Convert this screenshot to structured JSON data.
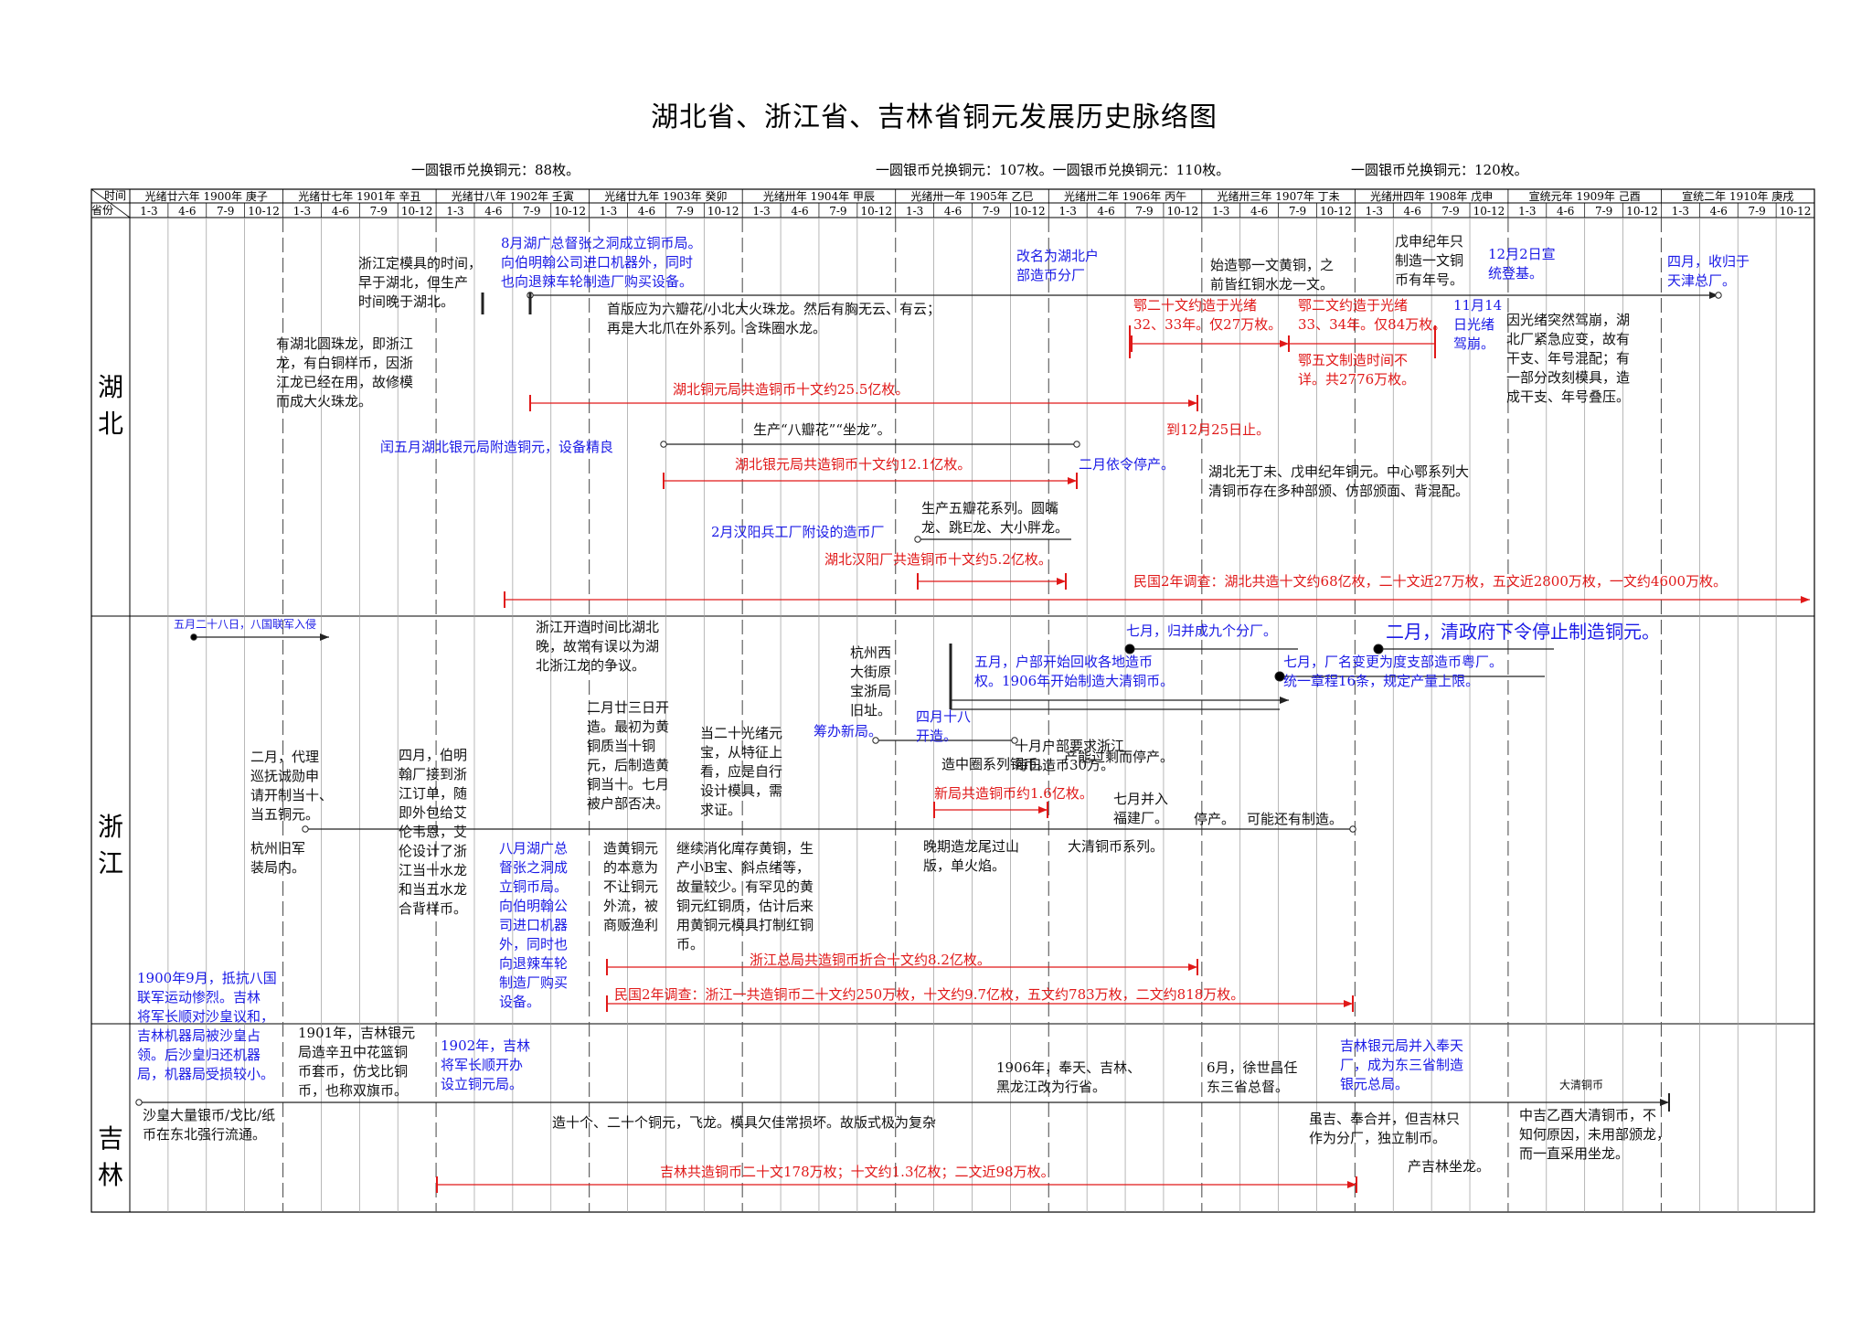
{
  "title": "湖北省、浙江省、吉林省铜元发展历史脉络图",
  "rates": [
    "一圆银币兑换铜元：88枚。",
    "一圆银币兑换铜元：107枚。一圆银币兑换铜元：110枚。",
    "一圆银币兑换铜元：120枚。"
  ],
  "header": {
    "corner_time": "时间",
    "corner_province": "省份",
    "years": [
      "光绪廿六年 1900年 庚子",
      "光绪廿七年 1901年 辛丑",
      "光绪廿八年 1902年 壬寅",
      "光绪廿九年 1903年 癸卯",
      "光绪卅年 1904年 甲辰",
      "光绪卅一年 1905年 乙巳",
      "光绪卅二年 1906年 丙午",
      "光绪卅三年 1907年 丁未",
      "光绪卅四年 1908年 戊申",
      "宣统元年 1909年 己酉",
      "宣统二年 1910年 庚戌"
    ],
    "quarters": [
      "1-3",
      "4-6",
      "7-9",
      "10-12"
    ]
  },
  "provinces": [
    "湖北",
    "浙江",
    "吉林"
  ],
  "hubei": {
    "n1": "8月湖广总督张之洞成立铜币局。\n向伯明翰公司进口机器外，同时\n也向退辣车轮制造厂购买设备。",
    "n2": "浙江定模具的时间，\n早于湖北，但生产\n时间晚于湖北。",
    "n3": "有湖北圆珠龙，即浙江\n龙，有白铜样币，因浙\n江龙已经在用，故修模\n而成大火珠龙。",
    "n4": "首版应为六瓣花/小北大火珠龙。然后有胸无云、有云；\n再是大北爪在外系列。含珠圈水龙。",
    "n5": "改名为湖北户\n部造币分厂",
    "n6": "始造鄂一文黄铜，之\n前皆红铜水龙一文。",
    "n7": "戊申纪年只\n制造一文铜\n币有年号。",
    "n8": "12月2日宣\n统登基。",
    "n9": "四月，收归于\n天津总厂。",
    "n10": "鄂二十文约造于光绪\n32、33年。仅27万枚。",
    "n11": "鄂二文约造于光绪\n33、34年。仅84万枚。",
    "n12": "11月14\n日光绪\n驾崩。",
    "n13": "因光绪突然驾崩，湖\n北厂紧急应变，故有\n干支、年号混配；有\n一部分改刻模具，造\n成干支、年号叠压。",
    "n14": "鄂五文制造时间不\n详。共2776万枚。",
    "n15": "湖北铜元局共造铜币十文约25.5亿枚。",
    "n16": "到12月25日止。",
    "n17": "生产“八瓣花”“坐龙”。",
    "n18": "闰五月湖北银元局附造铜元，设备精良",
    "n19": "湖北银元局共造铜币十文约12.1亿枚。",
    "n20": "二月依令停产。",
    "n21": "湖北无丁未、戊申纪年铜元。中心鄂系列大\n清铜币存在多种部颁、仿部颁面、背混配。",
    "n22": "生产五瓣花系列。圆嘴\n龙、跳E龙、大小胖龙。",
    "n23": "2月汉阳兵工厂附设的造币厂",
    "n24": "湖北汉阳厂共造铜币十文约5.2亿枚。",
    "n25": "民国2年调查：湖北共造十文约68亿枚，二十文近27万枚，五文近2800万枚，一文约4600万枚。"
  },
  "zhejiang": {
    "n1": "五月二十八日，八国联军入侵",
    "n2": "浙江开造时间比湖北\n晚，故常有误以为湖\n北浙江龙的争议。",
    "n3": "杭州西\n大街原\n宝浙局\n旧址。",
    "n4": "五月，户部开始回收各地造币\n权。1906年开始制造大清铜币。",
    "n5": "七月，归并成九个分厂。",
    "n6": "二月，清政府下令停止制造铜元。",
    "n7": "七月，厂名变更为度支部造币粤厂。\n统一章程16条，规定产量上限。",
    "n8": "二月，代理\n巡抚诚勋申\n请开制当十、\n当五铜元。",
    "n9": "四月，伯明\n翰厂接到浙\n江订单，随\n即外包给艾\n伦韦恩，艾\n伦设计了浙\n江当十水龙\n和当五水龙\n合背样币。",
    "n10": "二月廿三日开\n造。最初为黄\n铜质当十铜\n元，后制造黄\n铜当十。七月\n被户部否决。",
    "n11": "当二十光绪元\n宝，从特征上\n看，应是自行\n设计模具，需\n求证。",
    "n12": "筹办新局。",
    "n13": "四月十八\n开造。",
    "n14": "十月户部要求浙江\n每日造币30万。",
    "n15": "造中圈系列铜币。",
    "n16": "产能过剩而停产。",
    "n17": "新局共造铜币约1.6亿枚。",
    "n18": "七月并入\n福建厂。",
    "n19": "停产。",
    "n20": "可能还有制造。",
    "n21": "杭州旧军\n装局内。",
    "n22": "八月湖广总\n督张之洞成\n立铜币局。\n向伯明翰公\n司进口机器\n外，同时也\n向退辣车轮\n制造厂购买\n设备。",
    "n23": "造黄铜元\n的本意为\n不让铜元\n外流，被\n商贩渔利",
    "n24": "继续消化库存黄铜，生\n产小B宝、斜点绪等，\n故量较少。有罕见的黄\n铜元红铜质，估计后来\n用黄铜元模具打制红铜\n币。",
    "n25": "晚期造龙尾过山\n版，单火焰。",
    "n26": "大清铜币系列。",
    "n27": "浙江总局共造铜币折合十文约8.2亿枚。",
    "n28": "民国2年调查：浙江一共造铜币二十文约250万枚，十文约9.7亿枚，五文约783万枚，二文约818万枚。",
    "n29": "1900年9月，抵抗八国\n联军运动惨烈。吉林\n将军长顺对沙皇议和，\n吉林机器局被沙皇占\n领。后沙皇归还机器\n局，机器局受损较小。"
  },
  "jilin": {
    "n1": "1901年，吉林银元\n局造辛丑中花篮铜\n币套币，仿戈比铜\n币，也称双旗币。",
    "n2": "1902年，吉林\n将军长顺开办\n设立铜元局。",
    "n3": "沙皇大量银币/戈比/纸\n币在东北强行流通。",
    "n4": "造十个、二十个铜元，飞龙。模具欠佳常损坏。故版式极为复杂",
    "n5": "1906年，奉天、吉林、\n黑龙江改为行省。",
    "n6": "6月，徐世昌任\n东三省总督。",
    "n7": "吉林银元局并入奉天\n厂，成为东三省制造\n银元总局。",
    "n8": "大清铜币",
    "n9": "虽吉、奉合并，但吉林只\n作为分厂，独立制币。",
    "n10": "产吉林坐龙。",
    "n11": "中吉乙酉大清铜币，不\n知何原因，未用部颁龙，\n而一直采用坐龙。",
    "n12": "吉林共造铜币二十文178万枚；十文约1.3亿枚；二文近98万枚。"
  }
}
